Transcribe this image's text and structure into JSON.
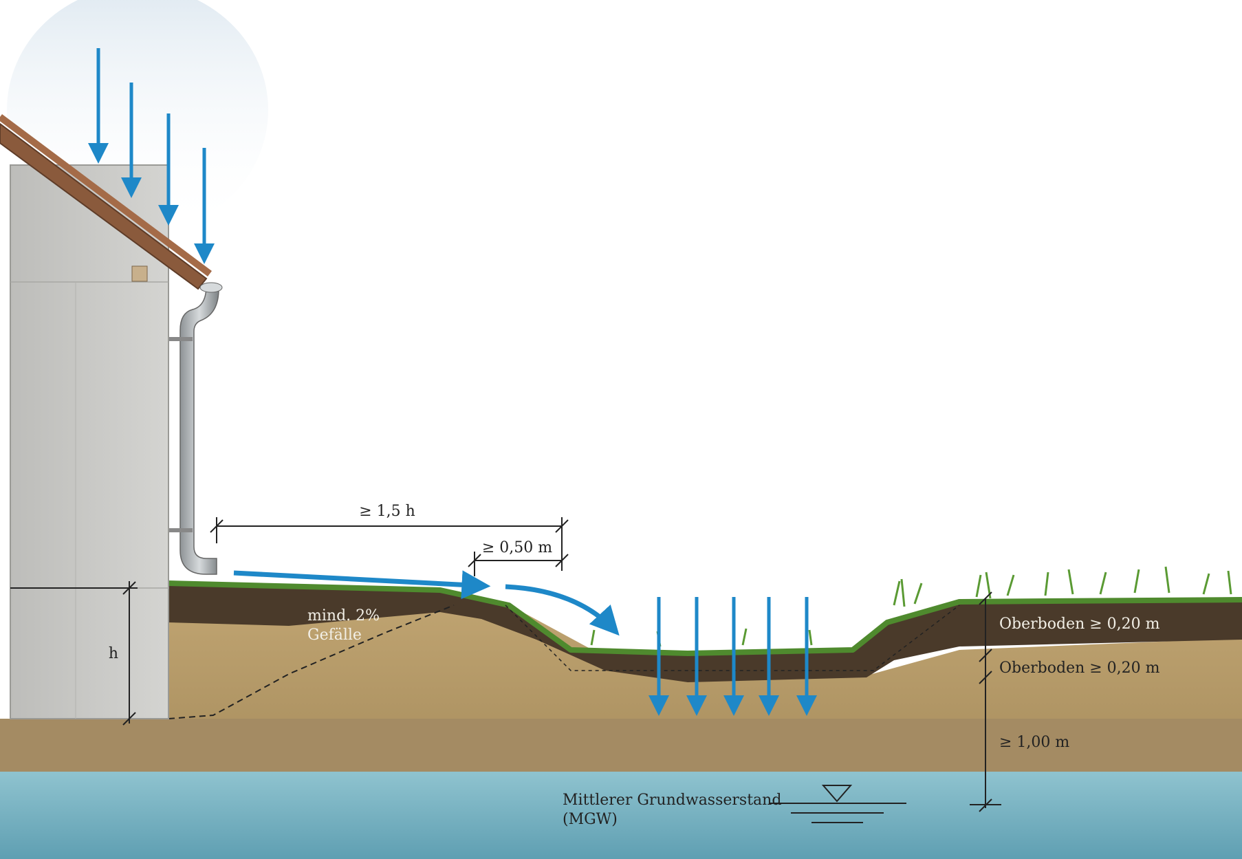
{
  "labels": {
    "dim_distance": "≥ 1,5 h",
    "dim_trough_edge": "≥ 0,50 m",
    "slope_line1": "mind. 2%",
    "slope_line2": "Gefälle",
    "height": "h",
    "layer_topsoil_1": "Oberboden ≥ 0,20 m",
    "layer_topsoil_2": "Oberboden ≥ 0,20 m",
    "layer_depth": "≥ 1,00 m",
    "groundwater_line1": "Mittlerer Grundwasserstand",
    "groundwater_line2": "(MGW)"
  },
  "colors": {
    "water_arrow": "#1e88c8",
    "groundwater": "#7fb6c4",
    "topsoil": "#4a3a2a",
    "subsoil": "#b59a68",
    "grass": "#4f8a2e",
    "concrete": "#c9c9c6",
    "roof": "#8a5a3c"
  }
}
